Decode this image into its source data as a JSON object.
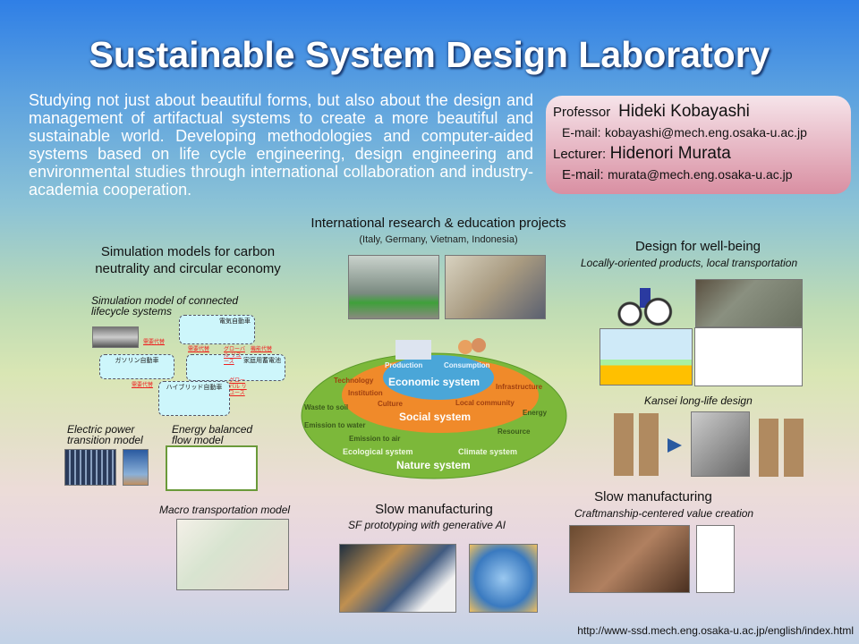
{
  "title": "Sustainable System Design Laboratory",
  "intro": "Studying not just about beautiful forms, but also about the design and management of artifactual systems to create a more beautiful and sustainable world. Developing methodologies and computer-aided systems based on life cycle engineering, design engineering and environmental studies through international collaboration and industry-academia cooperation.",
  "contact": {
    "prof_label": "Professor",
    "prof_name": "Hideki Kobayashi",
    "prof_email_label": "E-mail:",
    "prof_email": "kobayashi@mech.eng.osaka-u.ac.jp",
    "lect_label": "Lecturer:",
    "lect_name": "Hidenori Murata",
    "lect_email_label": "E-mail:",
    "lect_email": "murata@mech.eng.osaka-u.ac.jp"
  },
  "intl": {
    "heading": "International research & education projects",
    "sub": "(Italy, Germany, Vietnam, Indonesia)"
  },
  "sim": {
    "heading1": "Simulation models for carbon",
    "heading2": "neutrality and circular economy",
    "connected1": "Simulation model of connected",
    "connected2": "lifecycle systems",
    "clusters": [
      "電気自動車",
      "ガソリン自動車",
      "家庭用蓄電池",
      "ハイブリッド自動車"
    ],
    "links": [
      "需要代替",
      "需要代替",
      "グローバル リユース",
      "機能代替",
      "需要代替",
      "グローバル リユース"
    ],
    "elec1": "Electric power",
    "elec2": "transition model",
    "energy1": "Energy balanced",
    "energy2": "flow model",
    "macro": "Macro transportation model"
  },
  "diagram": {
    "production": "Production",
    "consumption": "Consumption",
    "economic": "Economic system",
    "social": "Social system",
    "nature": "Nature system",
    "technology": "Technology",
    "institution": "Institution",
    "culture": "Culture",
    "waste": "Waste to soil",
    "water": "Emission to water",
    "air": "Emission to air",
    "ecological": "Ecological system",
    "climate": "Climate system",
    "infrastructure": "Infrastructure",
    "local": "Local community",
    "energy": "Energy",
    "resource": "Resource"
  },
  "wellbeing": {
    "heading": "Design for well-being",
    "sub": "Locally-oriented products, local transportation",
    "kansei": "Kansei long-life design"
  },
  "slow1": {
    "heading": "Slow manufacturing",
    "sub": "SF prototyping with generative AI"
  },
  "slow2": {
    "heading": "Slow manufacturing",
    "sub": "Craftmanship-centered value creation"
  },
  "url": "http://www-ssd.mech.eng.osaka-u.ac.jp/english/index.html"
}
